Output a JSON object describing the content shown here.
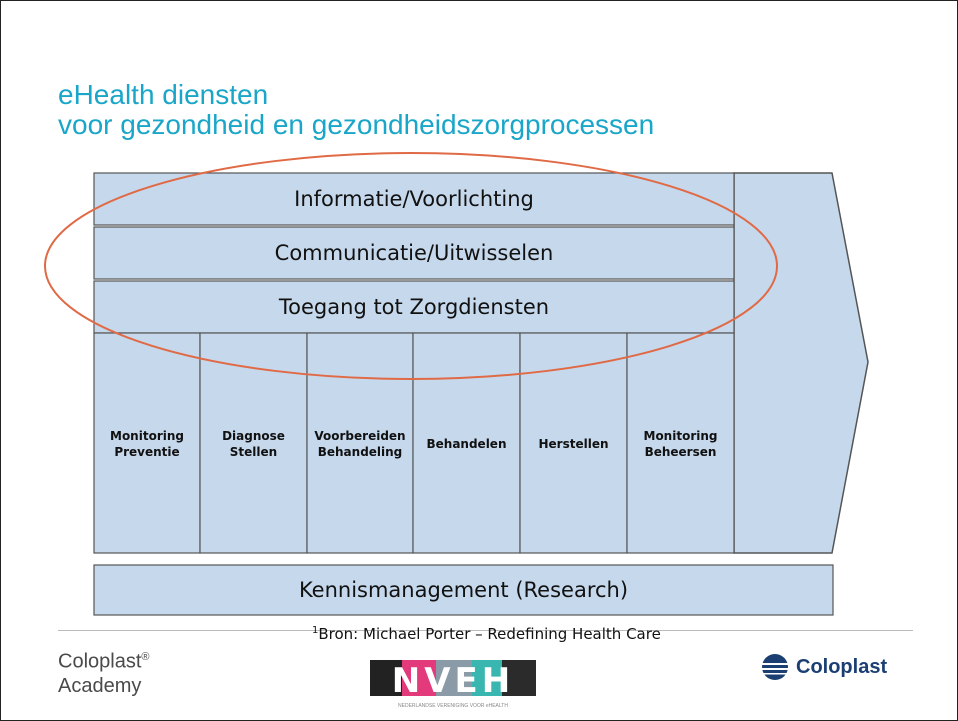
{
  "title": {
    "line1": "eHealth diensten",
    "line2": "voor gezondheid en gezondheidszorgprocessen"
  },
  "bands": [
    "Informatie/Voorlichting",
    "Communicatie/Uitwisselen",
    "Toegang tot Zorgdiensten"
  ],
  "columns": [
    {
      "line1": "Monitoring",
      "line2": "Preventie"
    },
    {
      "line1": "Diagnose",
      "line2": "Stellen"
    },
    {
      "line1": "Voorbereiden",
      "line2": "Behandeling"
    },
    {
      "line1": "Behandelen",
      "line2": ""
    },
    {
      "line1": "Herstellen",
      "line2": ""
    },
    {
      "line1": "Monitoring",
      "line2": "Beheersen"
    }
  ],
  "base_band": "Kennismanagement (Research)",
  "source": {
    "sup": "1",
    "text": "Bron: Michael Porter – Redefining Health Care"
  },
  "footer": {
    "academy_line1": "Coloplast",
    "academy_reg": "®",
    "academy_line2": "Academy",
    "nvfh_logo": "NVEH",
    "nvfh_caption": "NEDERLANDSE VERENIGING VOOR eHEALTH",
    "coloplast_logo": "Coloplast"
  },
  "colors": {
    "title": "#1aa6c8",
    "box_fill": "#c6d8ec",
    "box_stroke": "#555555",
    "ellipse": "#e06a45",
    "coloplast_blue": "#1c3f73"
  }
}
